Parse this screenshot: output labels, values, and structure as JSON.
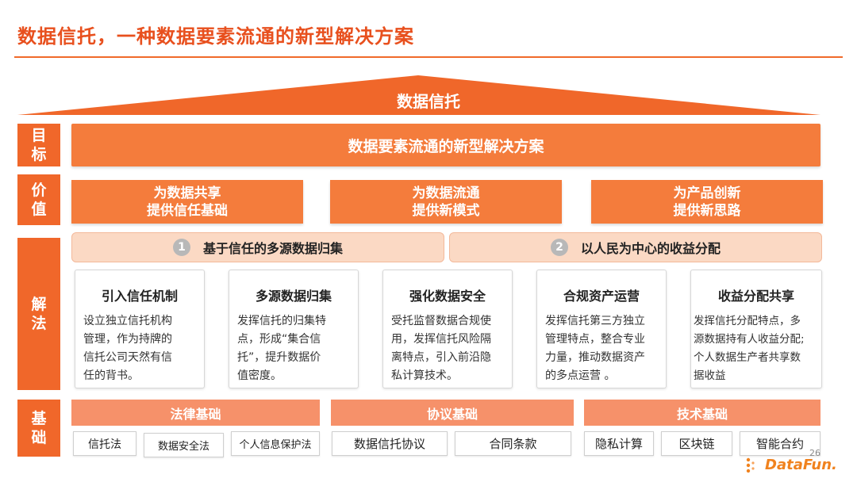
{
  "header": {
    "title": "数据信托，一种数据要素流通的新型解决方案"
  },
  "roof": {
    "label": "数据信托"
  },
  "rows": {
    "goal_label": "目标",
    "value_label": "价值",
    "solution_label": "解法",
    "foundation_label": "基础"
  },
  "goal": {
    "text": "数据要素流通的新型解决方案"
  },
  "values": [
    {
      "line1": "为数据共享",
      "line2": "提供信任基础"
    },
    {
      "line1": "为数据流通",
      "line2": "提供新模式"
    },
    {
      "line1": "为产品创新",
      "line2": "提供新思路"
    }
  ],
  "themes": [
    {
      "num": "1",
      "text": "基于信任的多源数据归集"
    },
    {
      "num": "2",
      "text": "以人民为中心的收益分配"
    }
  ],
  "cards": [
    {
      "title": "引入信任机制",
      "lines": [
        "设立独立信托机构",
        "管理，作为持牌的",
        "信托公司天然有信",
        "任的背书。"
      ]
    },
    {
      "title": "多源数据归集",
      "lines": [
        "发挥信托的归集特",
        "点，形成“集合信",
        "托”，提升数据价",
        "值密度。"
      ]
    },
    {
      "title": "强化数据安全",
      "lines": [
        "受托监督数据合规使",
        "用，发挥信托风险隔",
        "离特点，引入前沿隐",
        "私计算技术。"
      ]
    },
    {
      "title": "合规资产运营",
      "lines": [
        "发挥信托第三方独立",
        "管理特点，整合专业",
        "力量，推动数据资产",
        "的多点运营 。"
      ]
    },
    {
      "title": "收益分配共享",
      "lines": [
        "发挥信托分配特点，多",
        "源数据持有人收益分配;",
        "个人数据生产者共享数",
        "据收益"
      ]
    }
  ],
  "foundations": [
    {
      "label": "法律基础",
      "items": [
        "信托法",
        "数据安全法",
        "个人信息保护法"
      ]
    },
    {
      "label": "协议基础",
      "items": [
        "数据信托协议",
        "合同条款"
      ]
    },
    {
      "label": "技术基础",
      "items": [
        "隐私计算",
        "区块链",
        "智能合约"
      ]
    }
  ],
  "footer": {
    "page_number": "26",
    "logo": "DataFun."
  },
  "colors": {
    "accent": "#f0672a",
    "light_accent": "#f6916a",
    "theme_bg": "#fbd9c4",
    "title": "#e8501e"
  }
}
